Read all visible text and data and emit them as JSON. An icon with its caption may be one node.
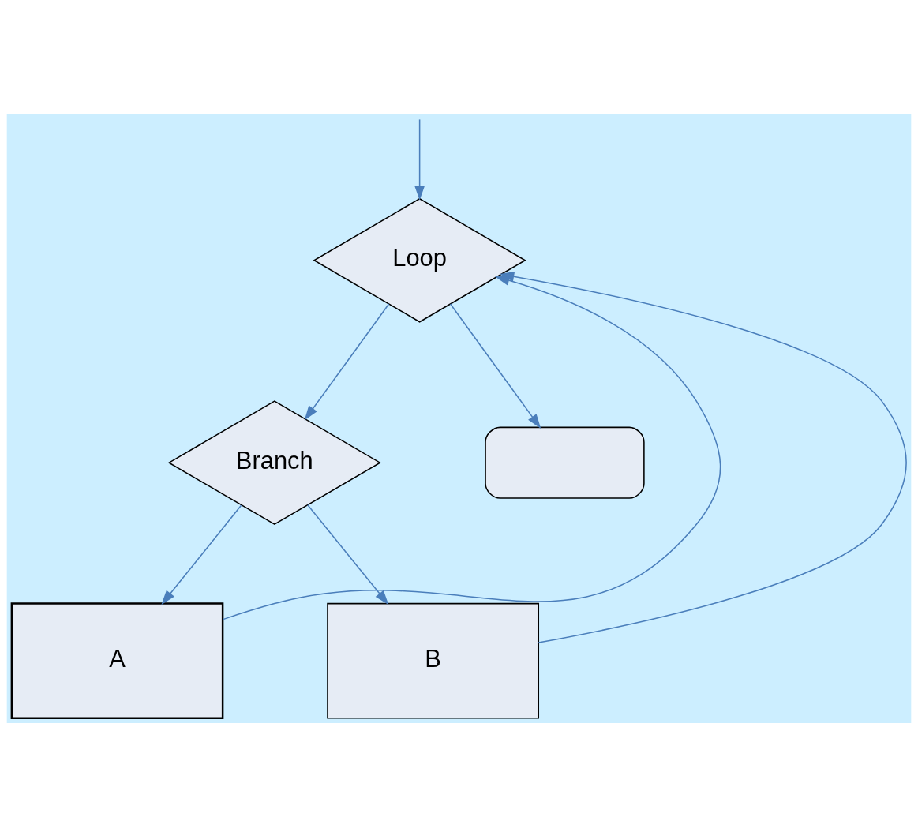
{
  "diagram": {
    "nodes": [
      {
        "text": [
          "Loop"
        ]
      },
      {
        "text": [
          "Branch"
        ]
      },
      {
        "text": [
          "A"
        ]
      },
      {
        "text": [
          "B"
        ]
      },
      {
        "text": [],
        "shape": "pill"
      }
    ],
    "edges": [
      {
        "from": null,
        "to": 0,
        "arrow": "to"
      },
      {
        "from": 0,
        "to": 1,
        "arrow": "to"
      },
      {
        "from": 0,
        "to": 4,
        "arrow": "to"
      },
      {
        "from": 1,
        "to": 2,
        "arrow": "to"
      },
      {
        "from": 1,
        "to": 3,
        "arrow": "to"
      },
      {
        "from": 2,
        "to": 0,
        "arrow": "to"
      },
      {
        "from": 3,
        "to": 0,
        "arrow": "to"
      }
    ]
  }
}
